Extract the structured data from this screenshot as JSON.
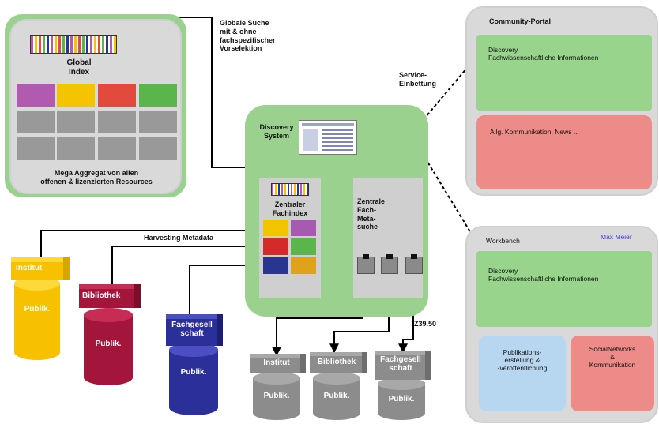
{
  "global": {
    "index_title": "Global\nIndex",
    "aggregate_caption": "Mega Aggregat von allen\noffenen & lizenzierten Resources",
    "index_colors": [
      "#b15ab0",
      "#f5c400",
      "#e34a3e",
      "#5cb54a"
    ]
  },
  "search_label": "Globale Suche\nmit & ohne\nfachspezifischer\nVorselektion",
  "service_label": "Service-\nEinbettung",
  "harvest_label": "Harvesting Metadata",
  "z3950_label": "Z39.50",
  "discovery": {
    "title": "Discovery\nSystem",
    "index_label": "Zentraler\nFachindex",
    "meta_label": "Zentrale\nFach-\nMeta-\nsuche",
    "tile_colors": [
      "#f5c400",
      "#a55bb0",
      "#d42a2a",
      "#5cb54a",
      "#2a3591",
      "#e0a21a"
    ]
  },
  "community": {
    "title": "Community-Portal",
    "discovery_block": "Discovery\nFachwissenschaftliche Informationen",
    "news_block": "Allg. Kommunikation, News ..."
  },
  "workbench": {
    "title": "Workbench",
    "user": "Max Meier",
    "discovery_block": "Discovery\nFachwissenschaftliche Informationen",
    "pub_block": "Publikations-\nerstellung &\n-veröffentlichung",
    "social_block": "SocialNetworks\n&\nKommunikation"
  },
  "sources_left": [
    {
      "name": "Institut",
      "db": "Publik.",
      "color": "#f7c000",
      "dark": "#d9a600"
    },
    {
      "name": "Bibliothek",
      "db": "Publik.",
      "color": "#a3153a",
      "dark": "#7a0f2b"
    },
    {
      "name": "Fachgesell\nschaft",
      "db": "Publik.",
      "color": "#2b2f9a",
      "dark": "#1c1f72"
    }
  ],
  "sources_bottom": [
    {
      "name": "Institut",
      "db": "Publik."
    },
    {
      "name": "Bibliothek",
      "db": "Publik."
    },
    {
      "name": "Fachgesell\nschaft",
      "db": "Publik."
    }
  ]
}
